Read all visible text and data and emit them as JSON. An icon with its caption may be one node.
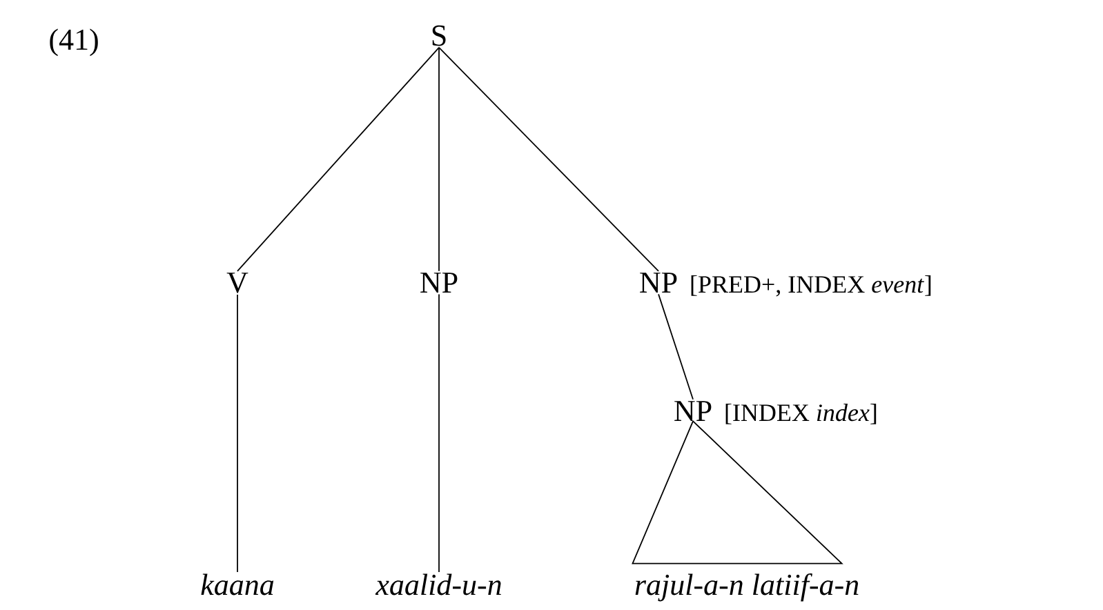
{
  "diagram": {
    "nodes": [
      {
        "text": [
          "S"
        ]
      },
      {
        "text": [
          "V"
        ]
      },
      {
        "text": [
          "NP"
        ]
      },
      {
        "text": [
          "NP",
          "[PRED+, INDEX *event*]"
        ]
      },
      {
        "text": [
          "NP",
          "[INDEX *index*]"
        ]
      },
      {
        "text": [
          "kaana"
        ]
      },
      {
        "text": [
          "xaalid-u-n"
        ]
      },
      {
        "text": [
          "rajul-a-n latiif-a-n"
        ]
      }
    ],
    "edges": [
      {
        "from": 0,
        "to": 1,
        "arrow": "none"
      },
      {
        "from": 0,
        "to": 2,
        "arrow": "none"
      },
      {
        "from": 0,
        "to": 3,
        "arrow": "none"
      },
      {
        "from": 1,
        "to": 5,
        "arrow": "none"
      },
      {
        "from": 2,
        "to": 6,
        "arrow": "none"
      },
      {
        "from": 3,
        "to": 4,
        "arrow": "none"
      },
      {
        "from": 4,
        "to": 7,
        "arrow": "none"
      }
    ],
    "labels": [
      "(41)"
    ]
  }
}
